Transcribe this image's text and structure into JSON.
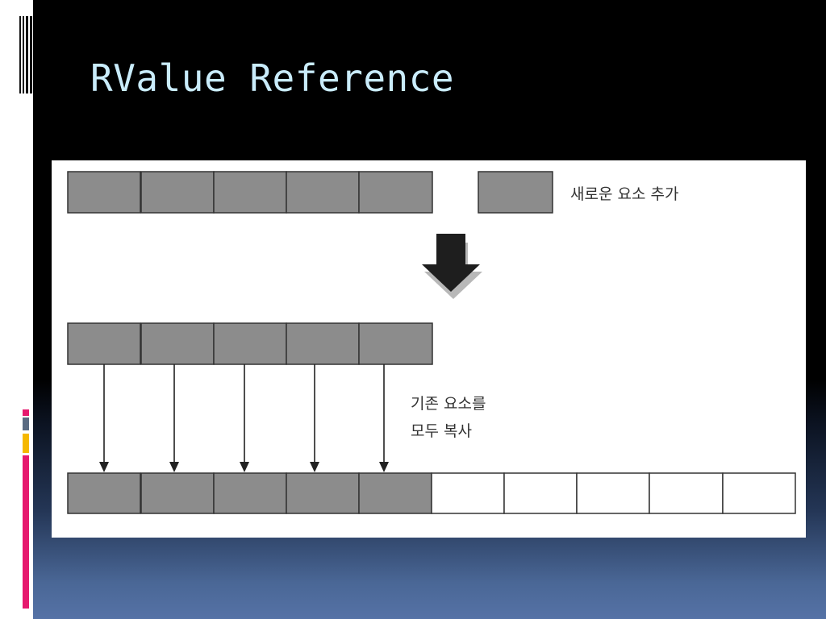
{
  "slide": {
    "title": "RValue Reference",
    "colors": {
      "background": "#000000",
      "title": "#c9ecfb",
      "cell_fill": "#8c8c8c",
      "accent_pink": "#e6196e",
      "accent_yellow": "#f5b800",
      "accent_gray": "#5a6b82"
    }
  },
  "figure": {
    "label_new_element": "새로운 요소 추가",
    "label_copy_line1": "기존 요소를",
    "label_copy_line2": "모두 복사",
    "top_row_filled_cells": 5,
    "new_element_cells": 1,
    "middle_row_filled_cells": 5,
    "bottom_row_filled_cells": 5,
    "bottom_row_empty_cells": 5,
    "copy_arrows": 5,
    "icons": [
      "down-arrow-icon"
    ]
  }
}
